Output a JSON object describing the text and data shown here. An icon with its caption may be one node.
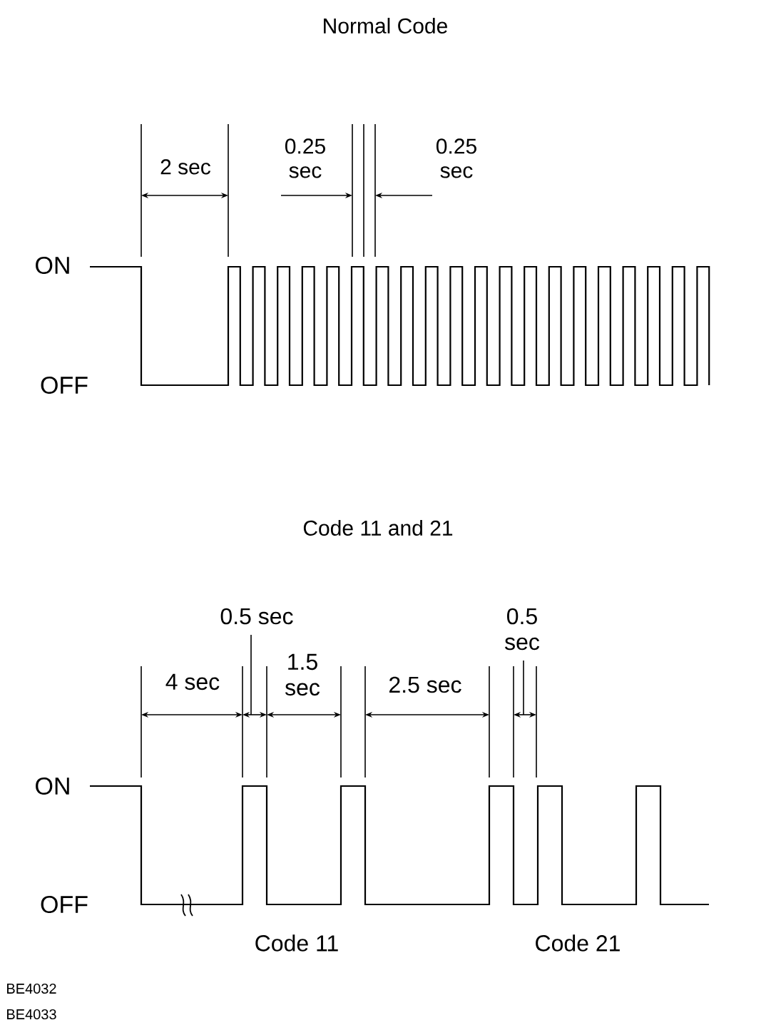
{
  "diagram": {
    "labels": [
      "Normal Code",
      "2 sec",
      "0.25 sec",
      "0.25 sec",
      "ON",
      "OFF",
      "Code 11 and 21",
      "0.5 sec",
      "4 sec",
      "1.5 sec",
      "2.5 sec",
      "0.5 sec",
      "ON",
      "OFF",
      "Code 11",
      "Code 21",
      "BE4032",
      "BE4033"
    ]
  }
}
